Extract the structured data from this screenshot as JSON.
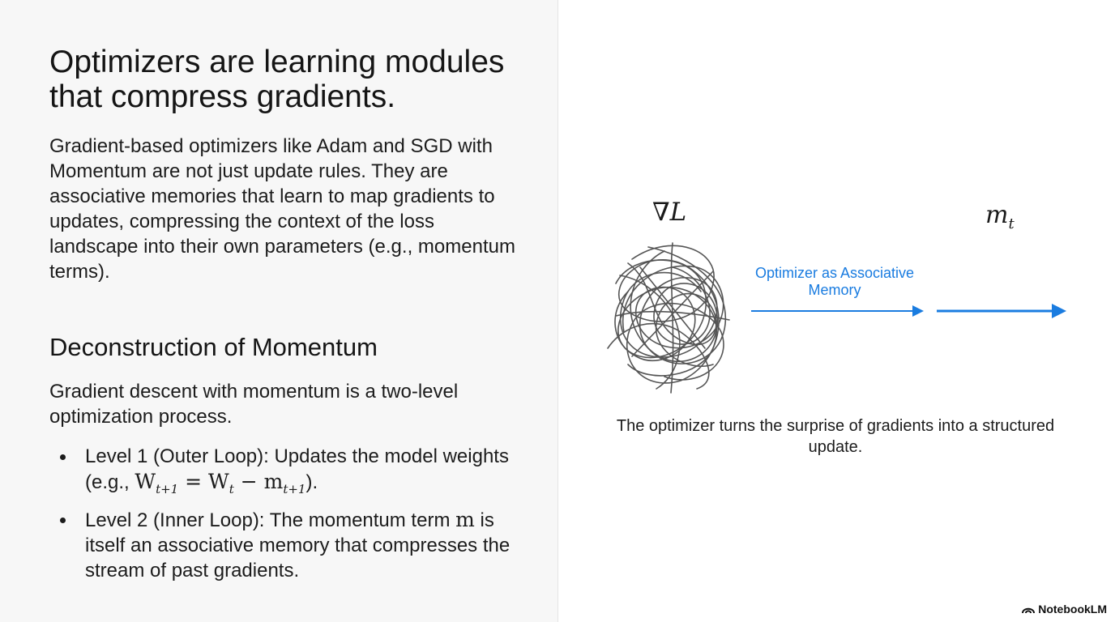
{
  "slide": {
    "title": "Optimizers are learning modules that compress gradients.",
    "intro": "Gradient-based optimizers like Adam and SGD with Momentum are not just update rules. They are associative memories that learn to map gradients to updates, compressing the context of the loss landscape into their own parameters (e.g., momentum terms).",
    "section_heading": "Deconstruction of Momentum",
    "section_intro": "Gradient descent with momentum is a two-level optimization process.",
    "bullets": [
      {
        "before": "Level 1 (Outer Loop): Updates the model weights (e.g., ",
        "math_w": "W",
        "math_sub1": "t+1",
        "math_eq": " = W",
        "math_sub2": "t",
        "math_minus": " − m",
        "math_sub3": "t+1",
        "after": ")."
      },
      {
        "before": "Level 2 (Inner Loop): The momentum term ",
        "math": "m",
        "after": " is itself an associative memory that compresses the stream of past gradients."
      }
    ]
  },
  "diagram": {
    "gradient_symbol": "∇",
    "gradient_var": "L",
    "output_var": "m",
    "output_sub": "t",
    "arrow_label": "Optimizer as Associative Memory",
    "caption": "The optimizer turns the surprise of gradients into a structured update.",
    "accent_color": "#1a7ce0",
    "scribble_color": "#555555"
  },
  "brand": {
    "name": "NotebookLM",
    "icon": "notebooklm-logo-icon"
  }
}
